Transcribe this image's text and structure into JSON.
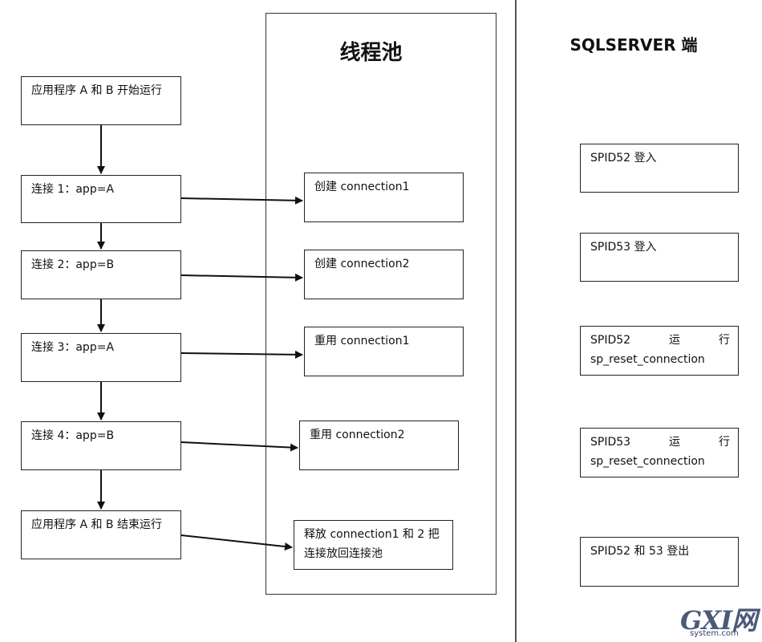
{
  "pool_title": "线程池",
  "server_title": "SQLSERVER 端",
  "app_steps": [
    "应用程序 A 和 B 开始运行",
    "连接 1：app=A",
    "连接 2：app=B",
    "连接 3：app=A",
    "连接 4：app=B",
    "应用程序 A 和 B 结束运行"
  ],
  "pool_actions": [
    "创建 connection1",
    "创建 connection2",
    "重用 connection1",
    "重用 connection2",
    "释放 connection1 和 2 把连接放回连接池"
  ],
  "server_events": {
    "spid52_login": "SPID52 登入",
    "spid53_login": "SPID53 登入",
    "spid52_run": {
      "spid": "SPID52",
      "verb1": "运",
      "verb2": "行",
      "proc": "sp_reset_connection"
    },
    "spid53_run": {
      "spid": "SPID53",
      "verb1": "运",
      "verb2": "行",
      "proc": "sp_reset_connection"
    },
    "logout": "SPID52 和 53 登出"
  },
  "watermark": {
    "main": "GXI网",
    "sub": "system.com"
  }
}
